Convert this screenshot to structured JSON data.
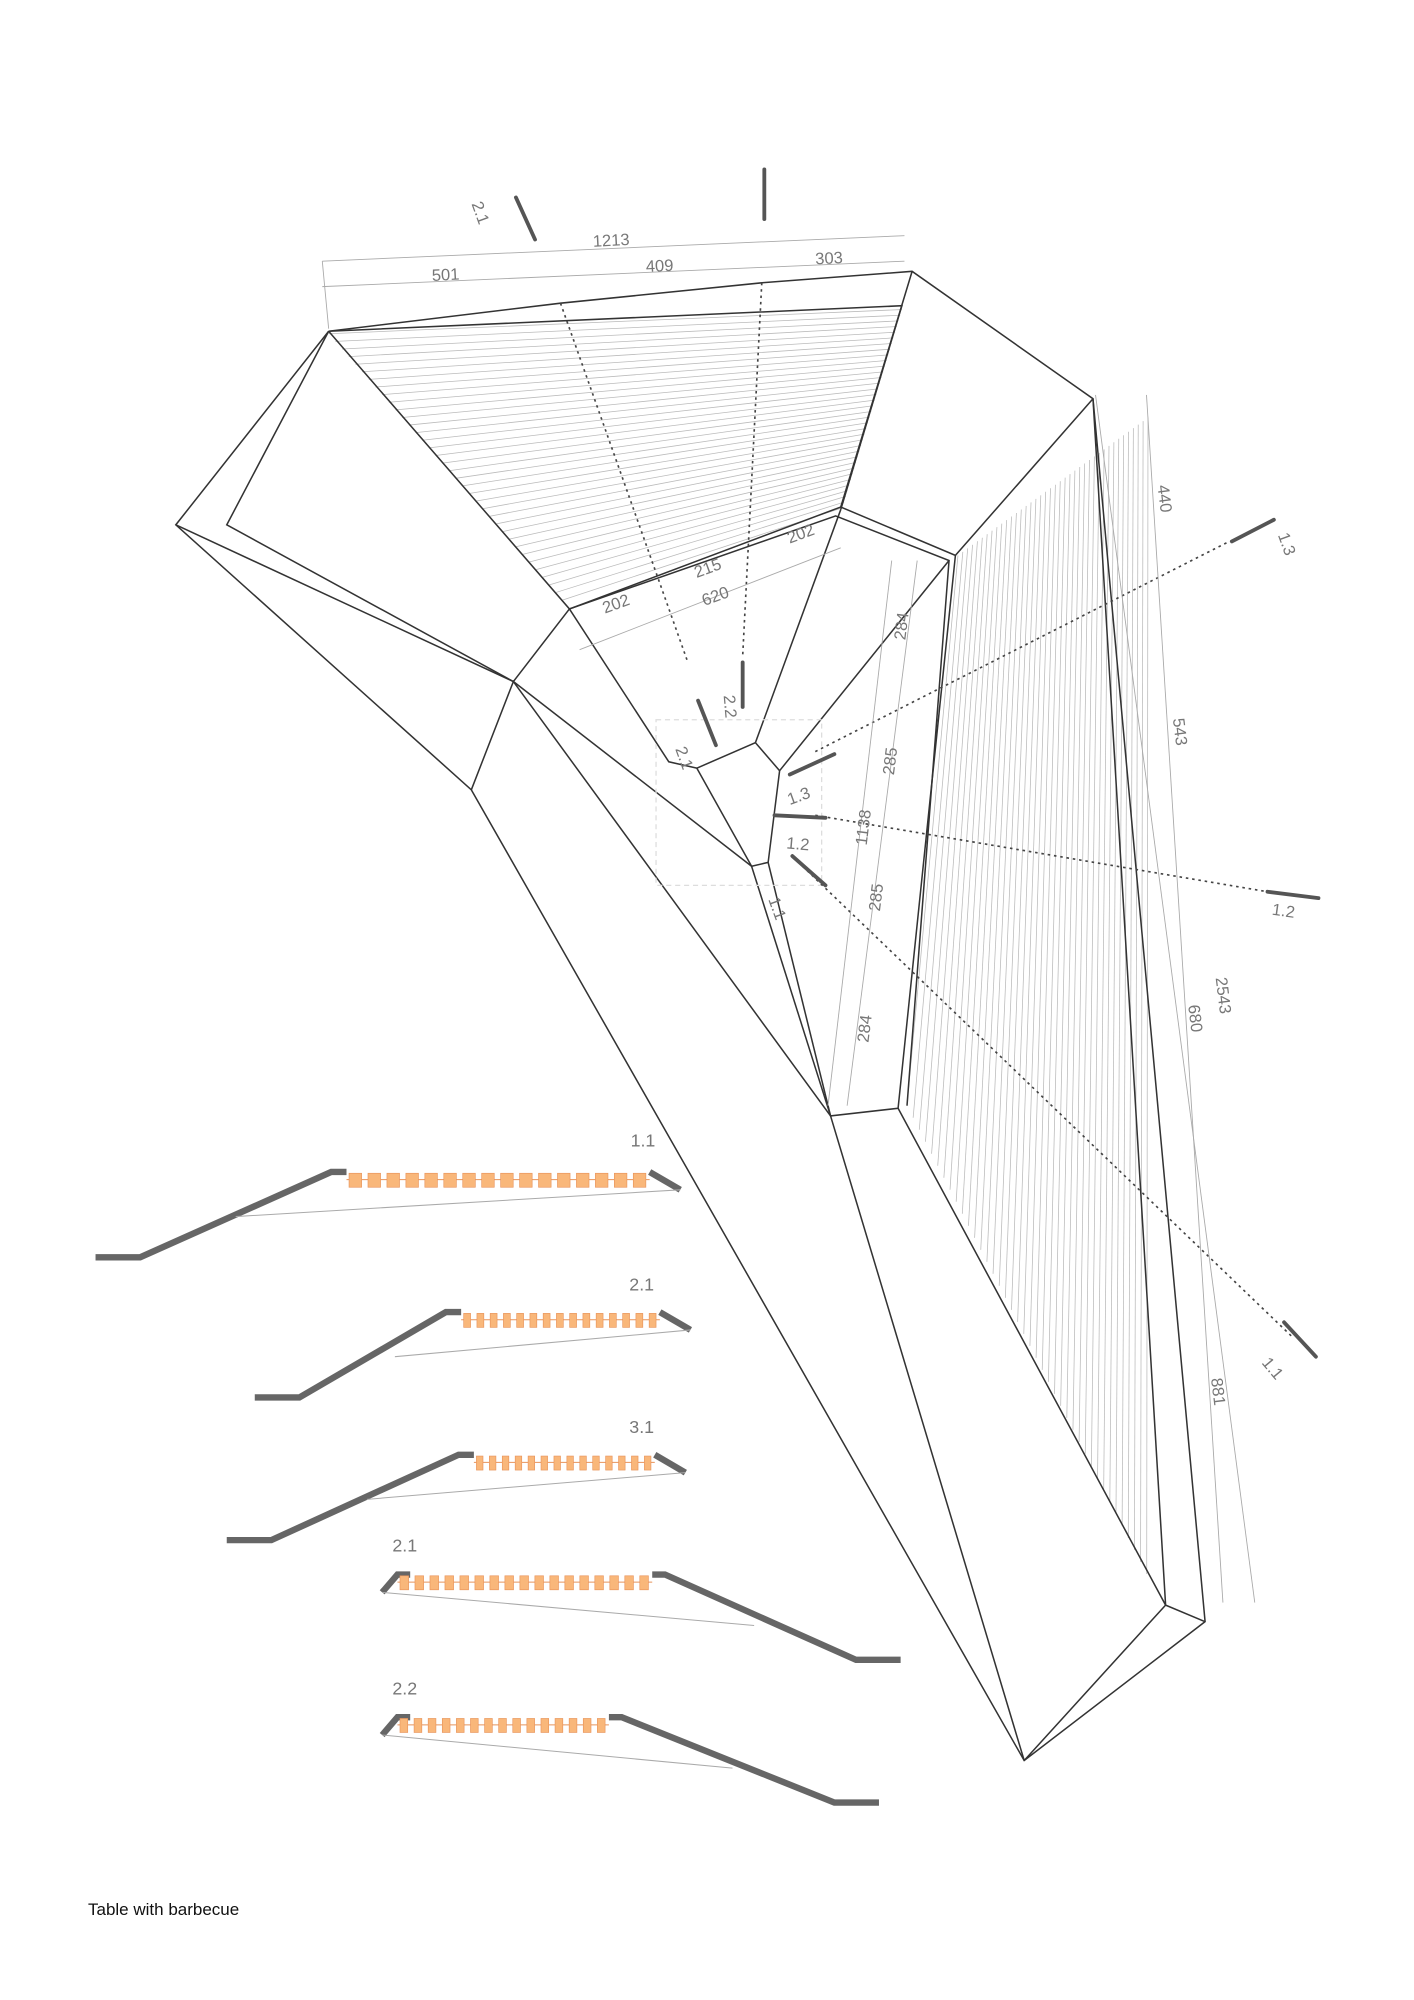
{
  "plan": {
    "top_dimensions": {
      "total": "1213",
      "segments": [
        "501",
        "409",
        "303"
      ]
    },
    "inner_dimensions": {
      "left": "202",
      "middle": "215",
      "total": "620",
      "right": "202"
    },
    "inner_vertical_dimensions": {
      "segments": [
        "284",
        "285",
        "285",
        "284"
      ],
      "total": "1138"
    },
    "right_dimensions": {
      "segments": [
        "440",
        "543",
        "680",
        "881"
      ],
      "total": "2543"
    },
    "section_markers_outer": [
      "2.1",
      "1.3",
      "1.2",
      "1.1"
    ],
    "section_markers_inner": [
      "2.1",
      "2.2",
      "1.3",
      "1.2",
      "1.1"
    ]
  },
  "sections": [
    {
      "title": "1.1"
    },
    {
      "title": "2.1"
    },
    {
      "title": "3.1"
    },
    {
      "title": "2.1"
    },
    {
      "title": "2.2"
    }
  ],
  "caption": "Table with barbecue",
  "colors": {
    "bench": "#f9b77a",
    "bench_stroke": "#e8935a",
    "wall": "#666666",
    "line": "#333333"
  }
}
